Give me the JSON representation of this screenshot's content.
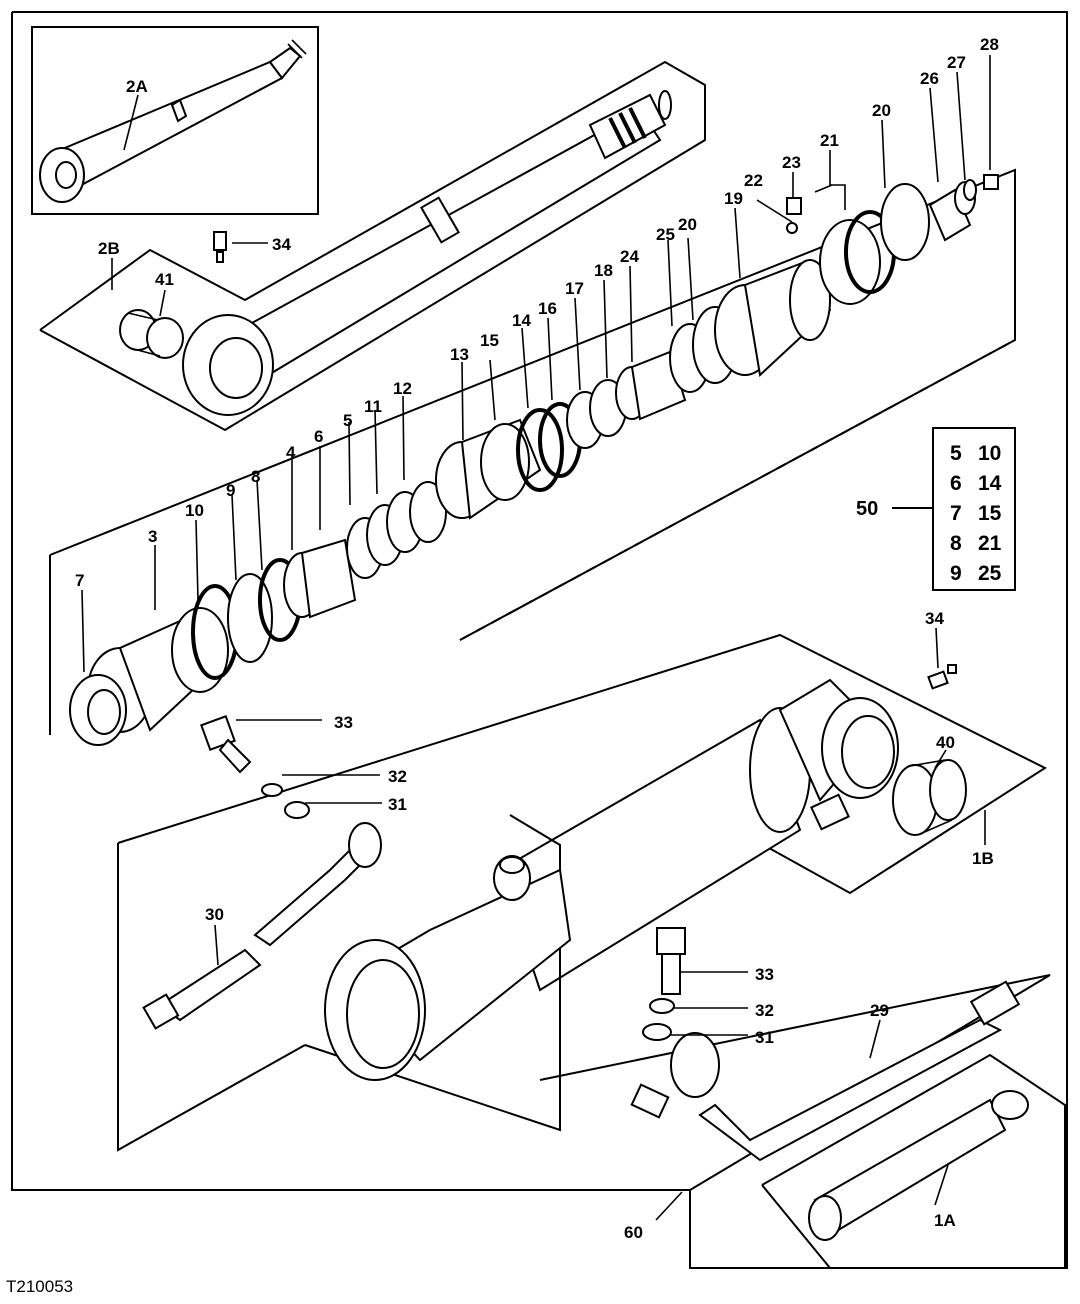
{
  "figure_id": "T210053",
  "labels": {
    "l2A": "2A",
    "l2B": "2B",
    "l34a": "34",
    "l41": "41",
    "l28": "28",
    "l27": "27",
    "l26": "26",
    "l20a": "20",
    "l21": "21",
    "l23": "23",
    "l22": "22",
    "l19": "19",
    "l20b": "20",
    "l25": "25",
    "l24": "24",
    "l18": "18",
    "l17": "17",
    "l16": "16",
    "l14": "14",
    "l15": "15",
    "l13": "13",
    "l12": "12",
    "l11": "11",
    "l5": "5",
    "l6": "6",
    "l4": "4",
    "l8": "8",
    "l9": "9",
    "l10": "10",
    "l3": "3",
    "l7": "7",
    "l33a": "33",
    "l32a": "32",
    "l31a": "31",
    "l34b": "34",
    "l40": "40",
    "l1B": "1B",
    "l30": "30",
    "l33b": "33",
    "l32b": "32",
    "l31b": "31",
    "l29": "29",
    "l1A": "1A",
    "l60": "60",
    "l50": "50"
  },
  "kit_table": {
    "rows": [
      [
        "5",
        "10"
      ],
      [
        "6",
        "14"
      ],
      [
        "7",
        "15"
      ],
      [
        "8",
        "21"
      ],
      [
        "9",
        "25"
      ]
    ]
  }
}
